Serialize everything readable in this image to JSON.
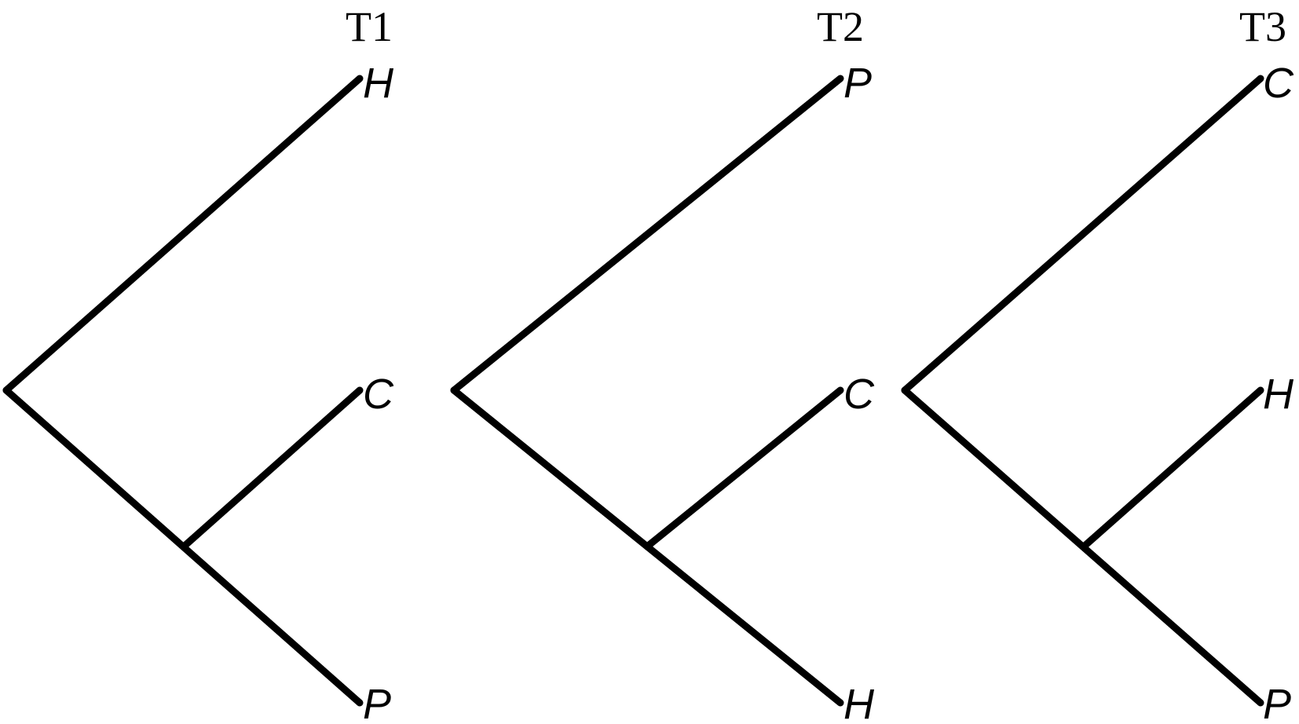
{
  "line_color": "#000000",
  "trees": [
    {
      "title": "T1",
      "leaves": {
        "top": "H",
        "middle": "C",
        "bottom": "P"
      }
    },
    {
      "title": "T2",
      "leaves": {
        "top": "P",
        "middle": "C",
        "bottom": "H"
      }
    },
    {
      "title": "T3",
      "leaves": {
        "top": "C",
        "middle": "H",
        "bottom": "P"
      }
    }
  ]
}
